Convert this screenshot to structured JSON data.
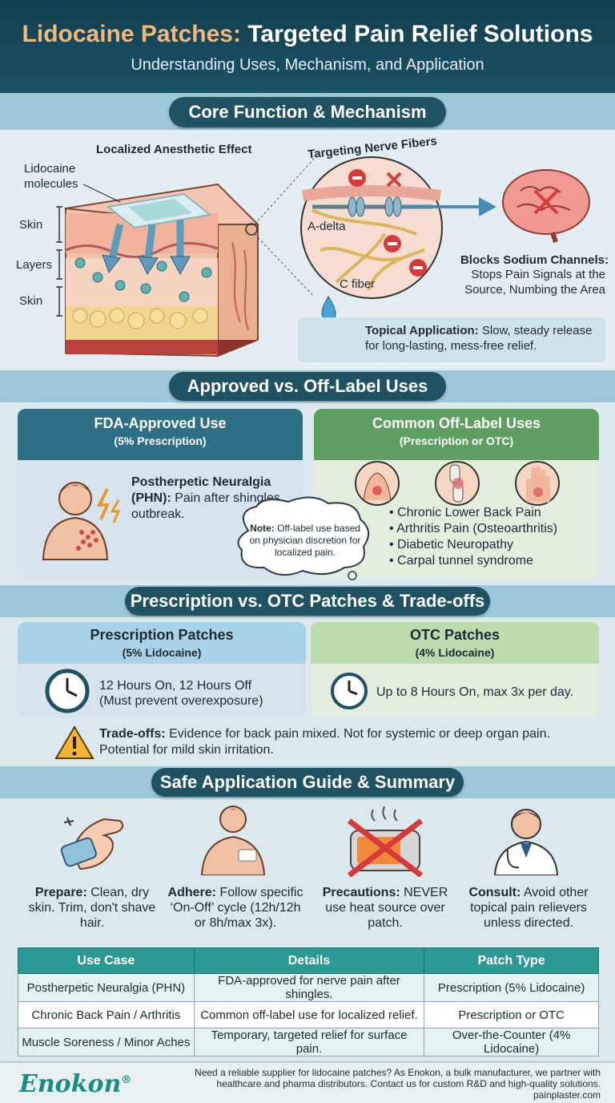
{
  "header": {
    "title_accent": "Lidocaine Patches:",
    "title_rest": " Targeted Pain Relief Solutions",
    "subtitle": "Understanding Uses, Mechanism, and Application"
  },
  "core": {
    "heading": "Core Function & Mechanism",
    "localized": "Localized Anesthetic Effect",
    "molecules": "Lidocaine molecules",
    "skin1": "Skin",
    "layers": "Layers",
    "skin2": "Skin",
    "targeting": "Targeting Nerve Fibers",
    "adelta": "A-delta",
    "cfiber": "C fiber",
    "blocks_title": "Blocks Sodium Channels:",
    "blocks_text": "Stops Pain Signals at the Source, Numbing the Area",
    "topical_title": "Topical Application:",
    "topical_text": " Slow, steady release for long-lasting, mess-free relief."
  },
  "uses": {
    "heading": "Approved vs. Off-Label Uses",
    "fda_title": "FDA-Approved Use",
    "fda_sub": "(5% Prescription)",
    "phn_title": "Postherpetic Neuralgia (PHN):",
    "phn_text": " Pain after shingles outbreak.",
    "note_label": "Note:",
    "note_text": " Off-label use based on physician discretion for localized pain.",
    "off_title": "Common Off-Label Uses",
    "off_sub": "(Prescription or OTC)",
    "off_items": [
      "Chronic Lower Back Pain",
      "Arthritis Pain (Osteoarthritis)",
      "Diabetic Neuropathy",
      "Carpal tunnel syndrome"
    ]
  },
  "rx": {
    "heading": "Prescription vs. OTC Patches & Trade-offs",
    "rx_title": "Prescription Patches",
    "rx_sub": "(5% Lidocaine)",
    "rx_text1": "12 Hours On, 12 Hours Off",
    "rx_text2": "(Must prevent overexposure)",
    "otc_title": "OTC Patches",
    "otc_sub": "(4% Lidocaine)",
    "otc_text": "Up to 8 Hours On, max 3x per day.",
    "trade_label": "Trade-offs:",
    "trade_text": " Evidence for back pain mixed. Not for systemic or deep organ pain. Potential for mild skin irritation."
  },
  "guide": {
    "heading": "Safe Application Guide & Summary",
    "steps": [
      {
        "title": "Prepare:",
        "text": " Clean, dry skin. Trim, don't shave hair."
      },
      {
        "title": "Adhere:",
        "text": " Follow specific ‘On-Off’ cycle (12h/12h or 8h/max 3x)."
      },
      {
        "title": "Precautions:",
        "text": " NEVER use heat source over patch."
      },
      {
        "title": "Consult:",
        "text": " Avoid other topical pain relievers unless directed."
      }
    ]
  },
  "table": {
    "headers": [
      "Use Case",
      "Details",
      "Patch Type"
    ],
    "rows": [
      [
        "Postherpetic Neuralgia (PHN)",
        "FDA-approved for nerve pain after shingles.",
        "Prescription (5% Lidocaine)"
      ],
      [
        "Chronic Back Pain / Arthritis",
        "Common off-label use for localized relief.",
        "Prescription or OTC"
      ],
      [
        "Muscle Soreness / Minor Aches",
        "Temporary, targeted relief for surface pain.",
        "Over-the-Counter (4% Lidocaine)"
      ]
    ]
  },
  "footer": {
    "brand": "Enokon",
    "reg": "®",
    "text": "Need a reliable supplier for lidocaine patches? As Enokon, a bulk manufacturer, we partner with healthcare and pharma distributors. Contact us for custom R&D and high-quality solutions.",
    "url": "painplaster.com"
  },
  "colors": {
    "teal_dark": "#1f5362",
    "fda": "#2e6f86",
    "offlabel": "#5fa062",
    "table_head": "#2a9a92",
    "accent": "#f2b77b"
  }
}
